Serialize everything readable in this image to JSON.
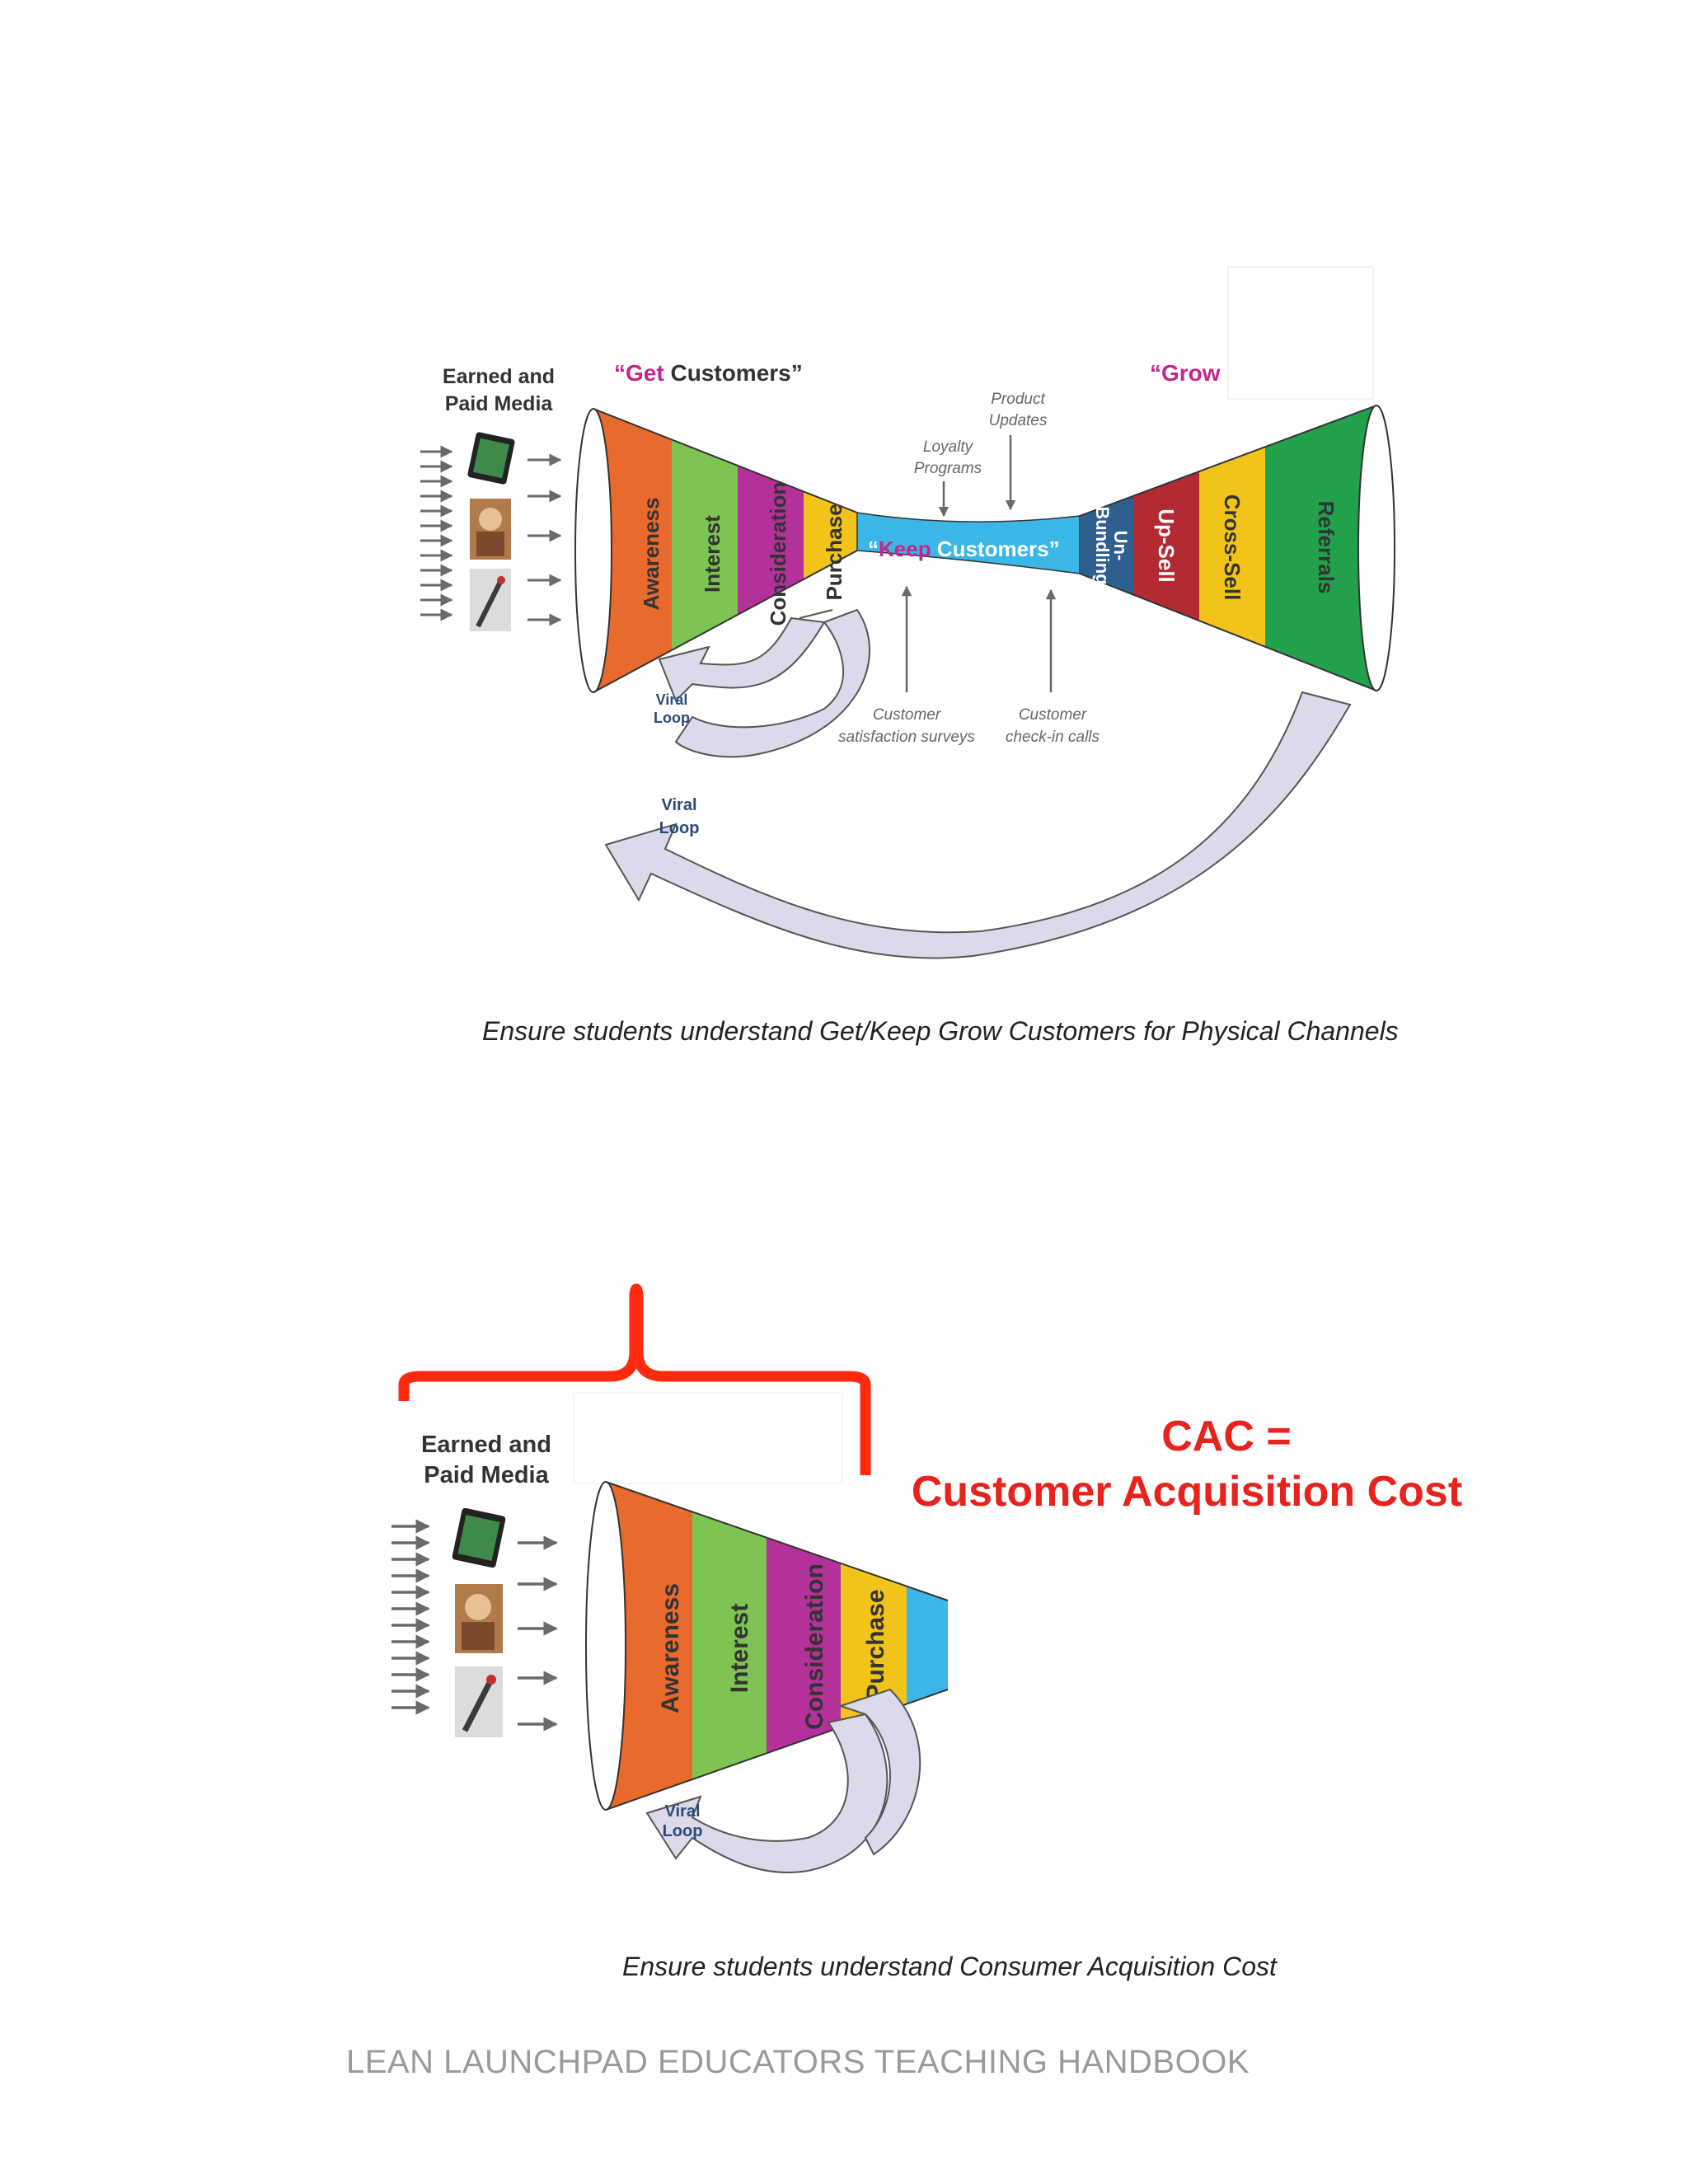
{
  "figure1": {
    "media_label_line1": "Earned and",
    "media_label_line2": "Paid Media",
    "get_prefix": "“Get",
    "get_suffix": " Customers”",
    "grow_label": "“Grow",
    "keep_open": "“",
    "keep_word": "Keep",
    "keep_suffix": " Customers”",
    "get_stages": [
      "Awareness",
      "Interest",
      "Consideration",
      "Purchase"
    ],
    "grow_stages": [
      "Referrals",
      "Cross-Sell",
      "Up-Sell",
      "Un-",
      "Bundling"
    ],
    "product_updates_1": "Product",
    "product_updates_2": "Updates",
    "loyalty_1": "Loyalty",
    "loyalty_2": "Programs",
    "survey_1": "Customer",
    "survey_2": "satisfaction surveys",
    "checkin_1": "Customer",
    "checkin_2": "check-in calls",
    "viral_1": "Viral",
    "viral_2": "Loop"
  },
  "caption1": "Ensure students understand Get/Keep Grow Customers for Physical Channels",
  "figure2": {
    "media_label_line1": "Earned and",
    "media_label_line2": "Paid Media",
    "stages": [
      "Awareness",
      "Interest",
      "Consideration",
      "Purchase"
    ],
    "viral_1": "Viral",
    "viral_2": "Loop",
    "cac_line1": "CAC =",
    "cac_line2": "Customer Acquisition Cost"
  },
  "caption2": "Ensure students understand Consumer Acquisition Cost",
  "footer": "LEAN LAUNCHPAD EDUCATORS TEACHING HANDBOOK",
  "colors": {
    "awareness": "#e86a2c",
    "interest": "#7dc452",
    "consideration": "#b5319a",
    "purchase": "#f2c318",
    "keep": "#3ab7e6",
    "unbundling": "#2f5f8f",
    "upsell": "#b22a32",
    "crosssell": "#f2c318",
    "referrals": "#22a04b",
    "accent_magenta": "#c4268c",
    "brace_red": "#ff2a10",
    "cac_red": "#e8221c"
  }
}
